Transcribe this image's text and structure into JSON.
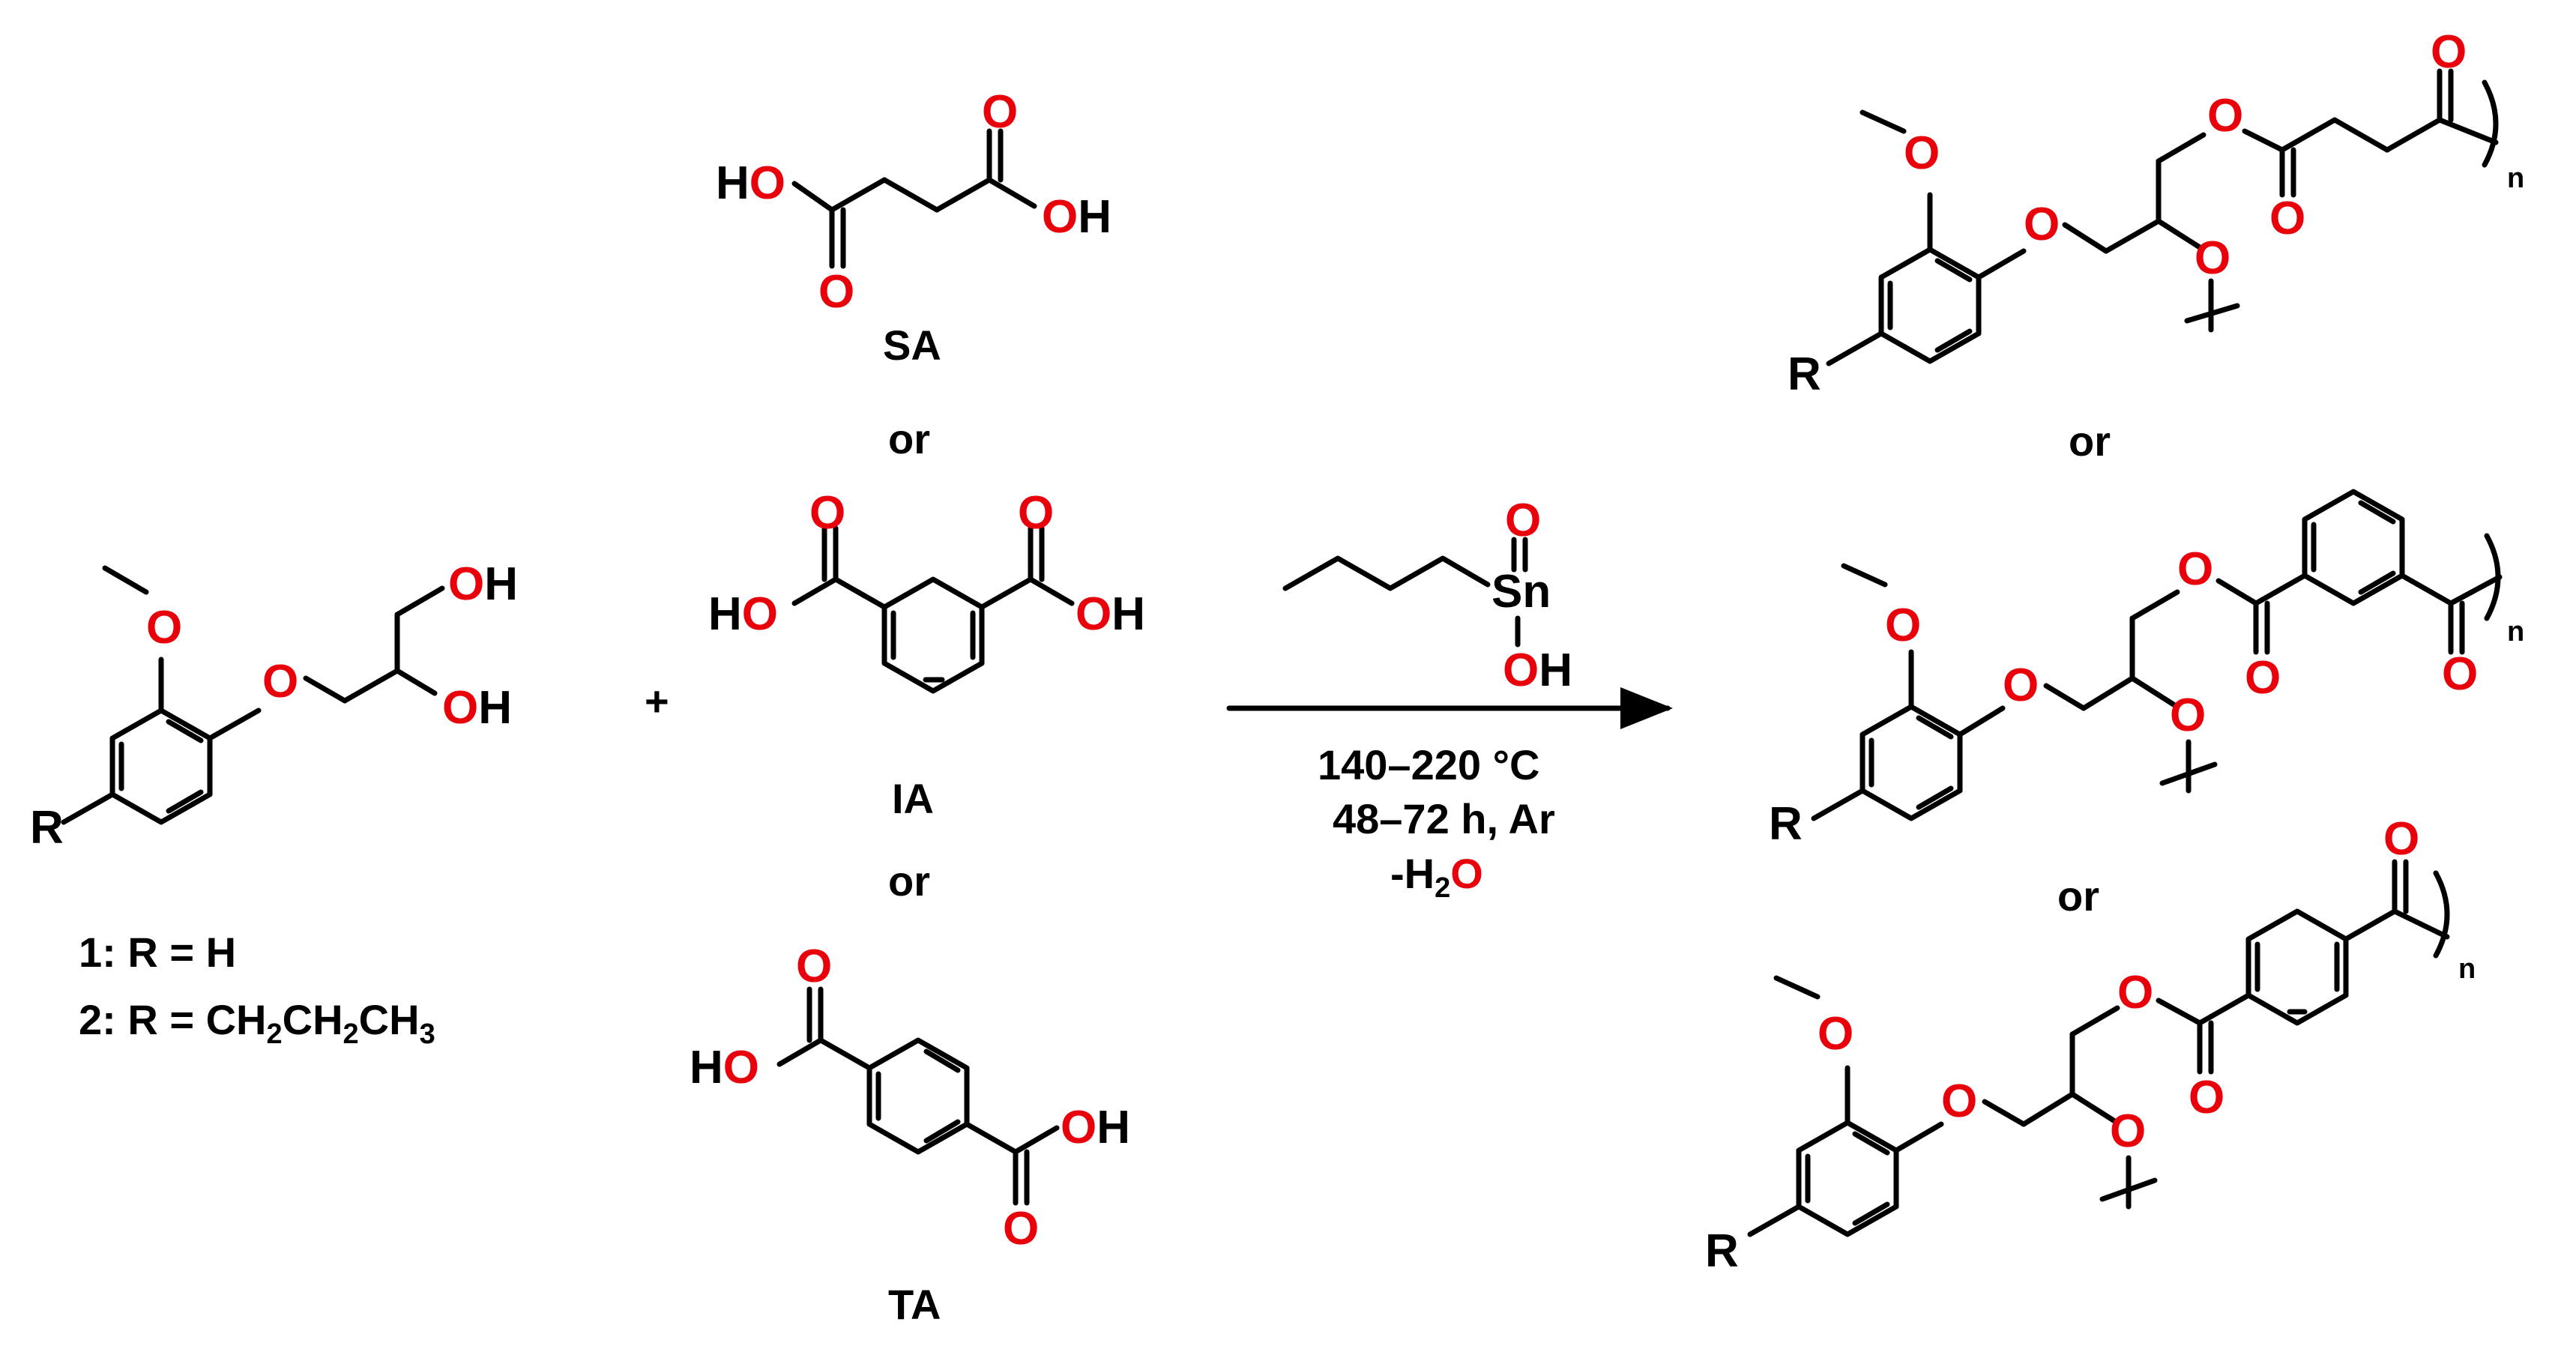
{
  "reactant_labels": {
    "compound_1": "1: R = H",
    "compound_2_prefix": "2: R = CH",
    "compound_2_sub": "2",
    "compound_2_mid": "CH",
    "compound_2_sub2": "2",
    "compound_2_end": "CH",
    "compound_2_sub3": "3",
    "r_group": "R",
    "hydroxyl": "OH",
    "oxygen": "O"
  },
  "plus_sign": "+",
  "acids": {
    "sa_label": "SA",
    "ia_label": "IA",
    "ta_label": "TA",
    "or_text": "or",
    "ho": "HO",
    "oh": "OH"
  },
  "catalyst": {
    "tin": "Sn",
    "oxo": "O",
    "hydroxyl_o": "O",
    "hydroxyl_h": "H"
  },
  "conditions": {
    "temperature": "140–220 °C",
    "time_atmosphere": "48–72 h, Ar",
    "byproduct_prefix": "-H",
    "byproduct_sub": "2",
    "byproduct_o": "O"
  },
  "products": {
    "or_text": "or",
    "repeat_n": "n",
    "r_group": "R",
    "oxygen": "O"
  },
  "colors": {
    "bond": "#000000",
    "heteroatom_oxygen": "#e8000b"
  }
}
